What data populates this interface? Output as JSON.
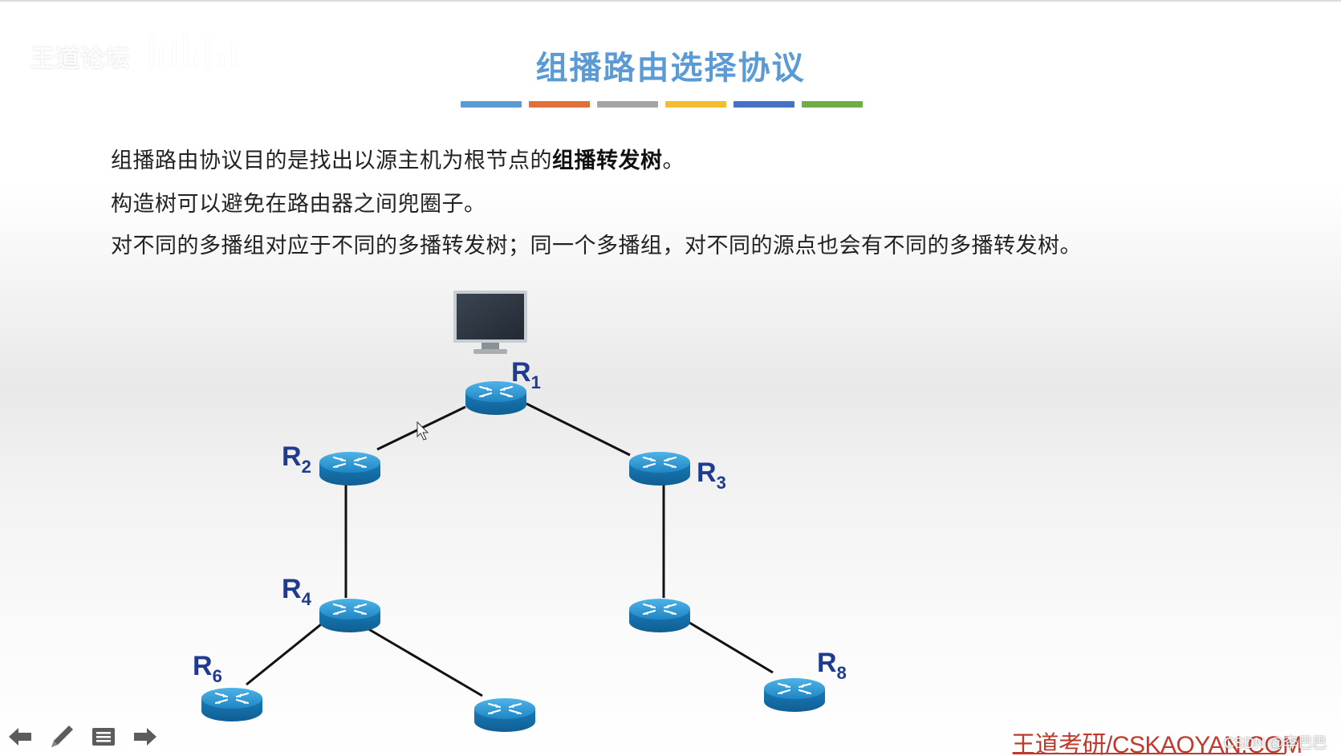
{
  "watermark": {
    "text": "王道论坛"
  },
  "slide": {
    "title": "组播路由选择协议",
    "title_color": "#5b9bd5",
    "color_bars": [
      "#5b9bd5",
      "#e0703a",
      "#a5a5a5",
      "#f2bd2f",
      "#4472c4",
      "#70ad47"
    ],
    "lines": [
      {
        "pre": "组播路由协议目的是找出以源主机为根节点的",
        "bold": "组播转发树",
        "post": "。"
      },
      {
        "pre": "构造树可以避免在路由器之间兜圈子。",
        "bold": "",
        "post": ""
      },
      {
        "pre": "对不同的多播组对应于不同的多播转发树；同一个多播组，对不同的源点也会有不同的多播转发树。",
        "bold": "",
        "post": ""
      }
    ]
  },
  "diagram": {
    "host": {
      "name": "monitor-icon"
    },
    "routers": [
      {
        "id": "r1",
        "label": "R",
        "sub": "1"
      },
      {
        "id": "r2",
        "label": "R",
        "sub": "2"
      },
      {
        "id": "r3",
        "label": "R",
        "sub": "3"
      },
      {
        "id": "r4",
        "label": "R",
        "sub": "4"
      },
      {
        "id": "r5",
        "label": "",
        "sub": ""
      },
      {
        "id": "r6",
        "label": "R",
        "sub": "6"
      },
      {
        "id": "r7",
        "label": "",
        "sub": ""
      },
      {
        "id": "r8",
        "label": "R",
        "sub": "8"
      }
    ],
    "links": [
      [
        "r1",
        "r2"
      ],
      [
        "r1",
        "r3"
      ],
      [
        "r2",
        "r4"
      ],
      [
        "r3",
        "r5"
      ],
      [
        "r4",
        "r6"
      ],
      [
        "r4",
        "r7"
      ],
      [
        "r5",
        "r8"
      ]
    ]
  },
  "footer": {
    "nav_icons": [
      "arrow-left-icon",
      "pen-icon",
      "menu-icon",
      "arrow-right-icon"
    ],
    "brand": "王道考研/CSKAOYAN.COM",
    "csdn": "CSDN @李巴巴"
  }
}
